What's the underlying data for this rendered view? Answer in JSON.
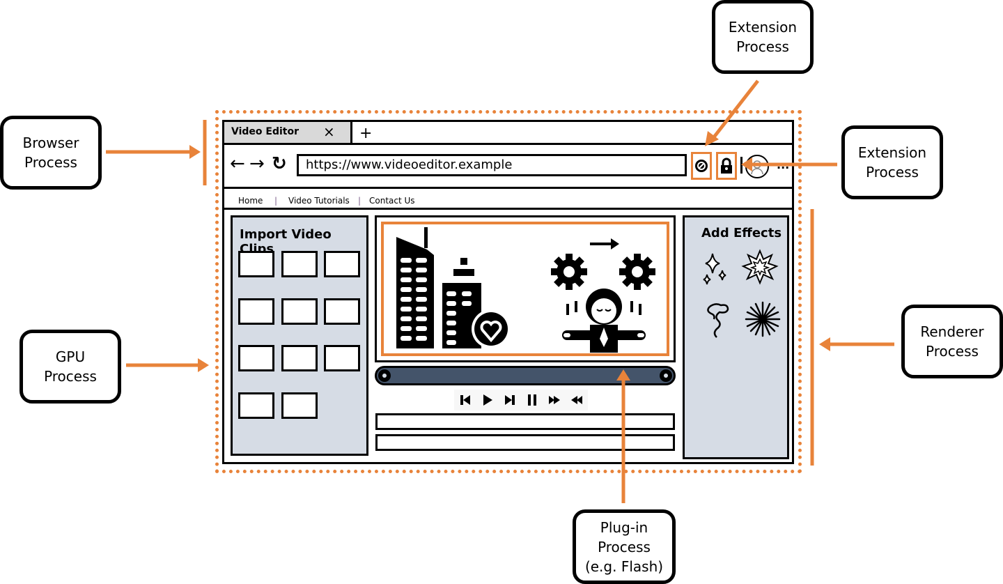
{
  "diagram": {
    "labels": {
      "browser_process": "Browser\nProcess",
      "gpu_process": "GPU\nProcess",
      "extension_process_top": "Extension\nProcess",
      "extension_process_right": "Extension\nProcess",
      "renderer_process": "Renderer\nProcess",
      "plugin_process": "Plug-in\nProcess\n(e.g. Flash)"
    },
    "colors": {
      "accent": "#e8833a",
      "panel": "#d6dce5",
      "timeline": "#44546a",
      "tab": "#d9d9d9"
    }
  },
  "browser": {
    "tab": {
      "title": "Video Editor",
      "close_icon": "×"
    },
    "new_tab_icon": "+",
    "nav": {
      "back_icon": "←",
      "forward_icon": "→",
      "reload_icon": "↻"
    },
    "url": "https://www.videoeditor.example",
    "more_icon": "...",
    "menu": [
      {
        "label": "Home"
      },
      {
        "label": "Video Tutorials"
      },
      {
        "label": "Contact Us"
      }
    ],
    "menu_separator": "|"
  },
  "app": {
    "import_panel": {
      "title": "Import Video Clips",
      "clip_count": 11
    },
    "effects_panel": {
      "title": "Add Effects",
      "effects": [
        "sparkles",
        "burst",
        "smoke",
        "fireworks"
      ]
    },
    "player_controls": [
      "skip-back",
      "play",
      "skip-forward",
      "pause",
      "fast-forward",
      "rewind"
    ]
  }
}
